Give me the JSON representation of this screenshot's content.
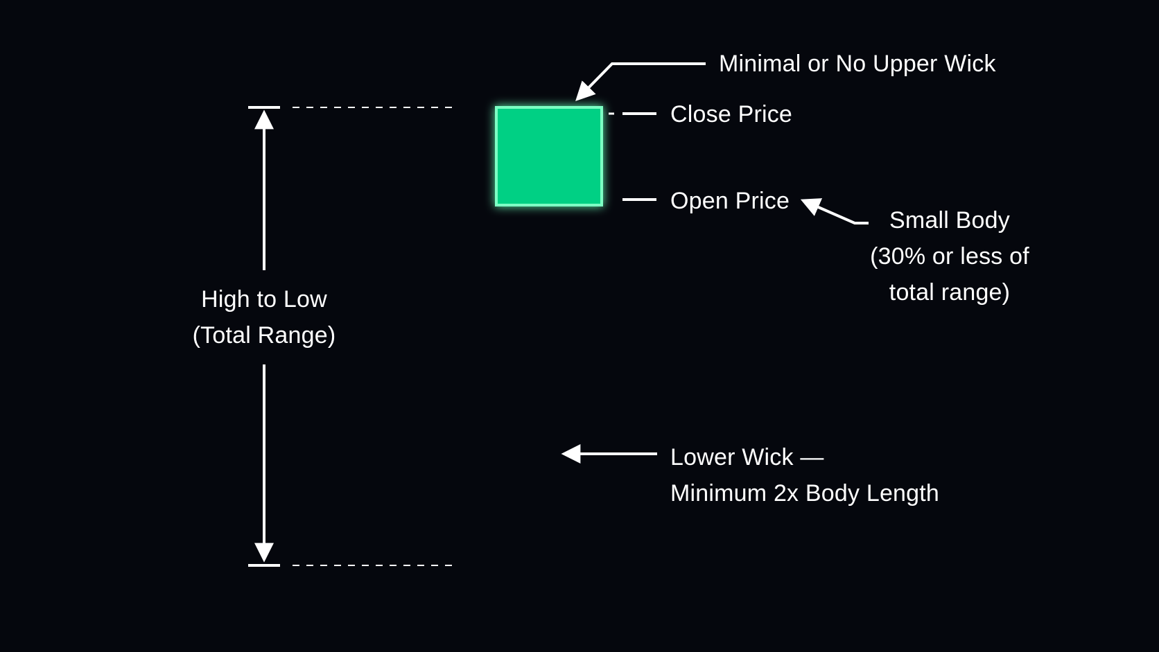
{
  "labels": {
    "upper_wick": "Minimal or No Upper Wick",
    "close_price": "Close Price",
    "open_price": "Open Price",
    "small_body": [
      "Small Body",
      "(30% or less of",
      "total range)"
    ],
    "range": [
      "High to Low",
      "(Total Range)"
    ],
    "lower_wick": [
      "Lower Wick —",
      "Minimum 2x Body Length"
    ]
  },
  "colors": {
    "background": "#05070d",
    "candle": "#00d084",
    "candle_border": "#7dffc4",
    "annotation": "#ffffff"
  }
}
